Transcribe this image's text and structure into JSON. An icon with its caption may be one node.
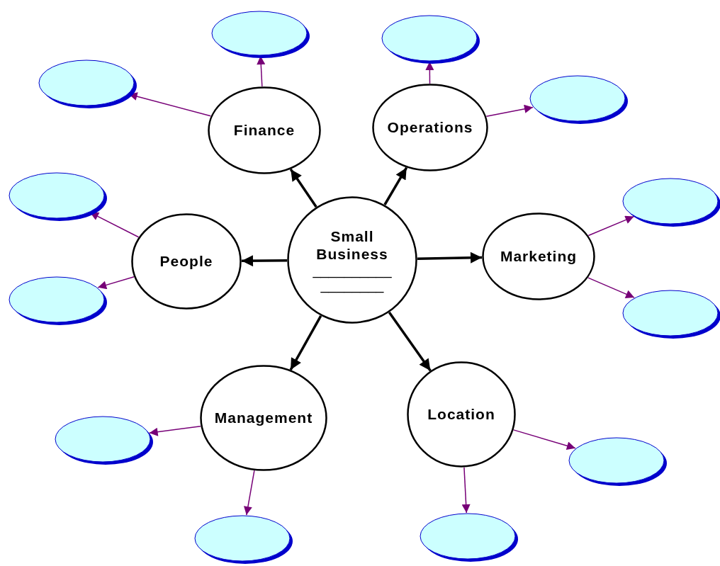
{
  "diagram": {
    "nodes": [
      {
        "text": [
          "Small Business",
          "__________",
          "________"
        ]
      },
      {
        "text": [
          "Finance"
        ]
      },
      {
        "text": [
          "Operations"
        ]
      },
      {
        "text": [
          "People"
        ]
      },
      {
        "text": [
          "Marketing"
        ]
      },
      {
        "text": [
          "Management"
        ]
      },
      {
        "text": [
          "Location"
        ]
      },
      {
        "text": [],
        "shape": "ellipse"
      },
      {
        "text": [],
        "shape": "ellipse"
      },
      {
        "text": [],
        "shape": "ellipse"
      },
      {
        "text": [],
        "shape": "ellipse"
      },
      {
        "text": [],
        "shape": "ellipse"
      },
      {
        "text": [],
        "shape": "ellipse"
      },
      {
        "text": [],
        "shape": "ellipse"
      },
      {
        "text": [],
        "shape": "ellipse"
      },
      {
        "text": [],
        "shape": "ellipse"
      },
      {
        "text": [],
        "shape": "ellipse"
      },
      {
        "text": [],
        "shape": "ellipse"
      },
      {
        "text": [],
        "shape": "ellipse"
      }
    ],
    "edges": [
      {
        "from": 0,
        "to": 1,
        "arrow": "to",
        "style": "thick",
        "color": "#000000"
      },
      {
        "from": 0,
        "to": 2,
        "arrow": "to",
        "style": "thick",
        "color": "#000000"
      },
      {
        "from": 0,
        "to": 3,
        "arrow": "to",
        "style": "thick",
        "color": "#000000"
      },
      {
        "from": 0,
        "to": 4,
        "arrow": "to",
        "style": "thick",
        "color": "#000000"
      },
      {
        "from": 0,
        "to": 5,
        "arrow": "to",
        "style": "thick",
        "color": "#000000"
      },
      {
        "from": 0,
        "to": 6,
        "arrow": "to",
        "style": "thick",
        "color": "#000000"
      },
      {
        "from": 1,
        "to": 7,
        "arrow": "to"
      },
      {
        "from": 1,
        "to": 9,
        "arrow": "to"
      },
      {
        "from": 2,
        "to": 8,
        "arrow": "to"
      },
      {
        "from": 2,
        "to": 10,
        "arrow": "to"
      },
      {
        "from": 3,
        "to": 11,
        "arrow": "to"
      },
      {
        "from": 3,
        "to": 13,
        "arrow": "to"
      },
      {
        "from": 4,
        "to": 12,
        "arrow": "to"
      },
      {
        "from": 4,
        "to": 14,
        "arrow": "to"
      },
      {
        "from": 5,
        "to": 15,
        "arrow": "to"
      },
      {
        "from": 5,
        "to": 17,
        "arrow": "to"
      },
      {
        "from": 6,
        "to": 16,
        "arrow": "to"
      },
      {
        "from": 6,
        "to": 18,
        "arrow": "to"
      }
    ]
  }
}
